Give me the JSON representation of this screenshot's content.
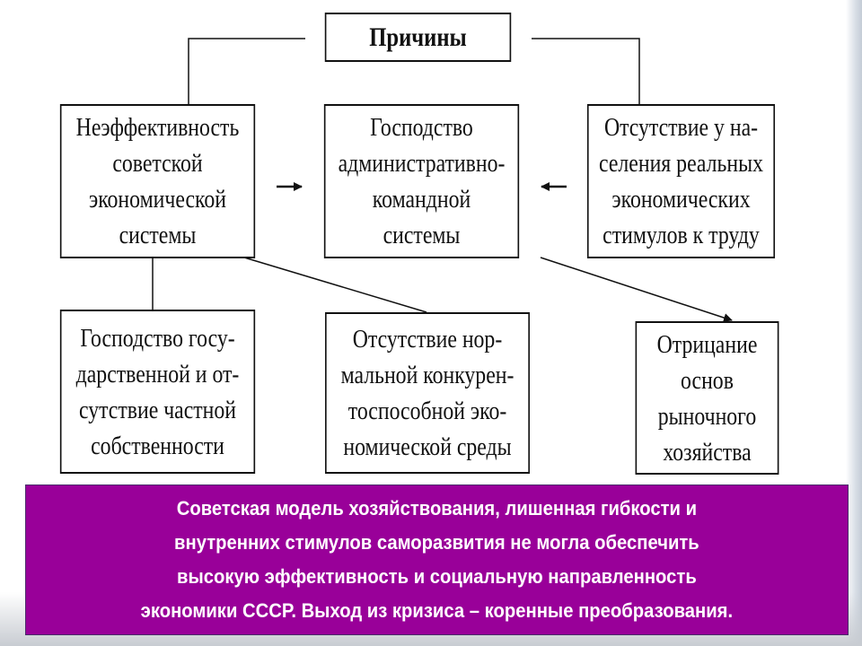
{
  "diagram": {
    "root": "Причины",
    "causes": [
      "Неэффективность\nсоветской\nэкономической\nсистемы",
      "Господство\nадминистративно-\nкомандной\nсистемы",
      "Отсутствие у на-\nселения реальных\nэкономических\nстимулов к труду"
    ],
    "consequences": [
      "Господство госу-\nдарственной и от-\nсутствие частной\nсобственности",
      "Отсутствие нор-\nмальной конкурен-\nтоспособной эко-\nномической среды",
      "Отрицание\nоснов\nрыночного\nхозяйства"
    ]
  },
  "conclusion": "Советская модель хозяйствования, лишенная гибкости и\nвнутренних стимулов саморазвития не могла обеспечить\nвысокую эффективность и социальную направленность\nэкономики СССР. Выход из кризиса – коренные преобразования.",
  "colors": {
    "conclusion_bg": "#990099"
  }
}
